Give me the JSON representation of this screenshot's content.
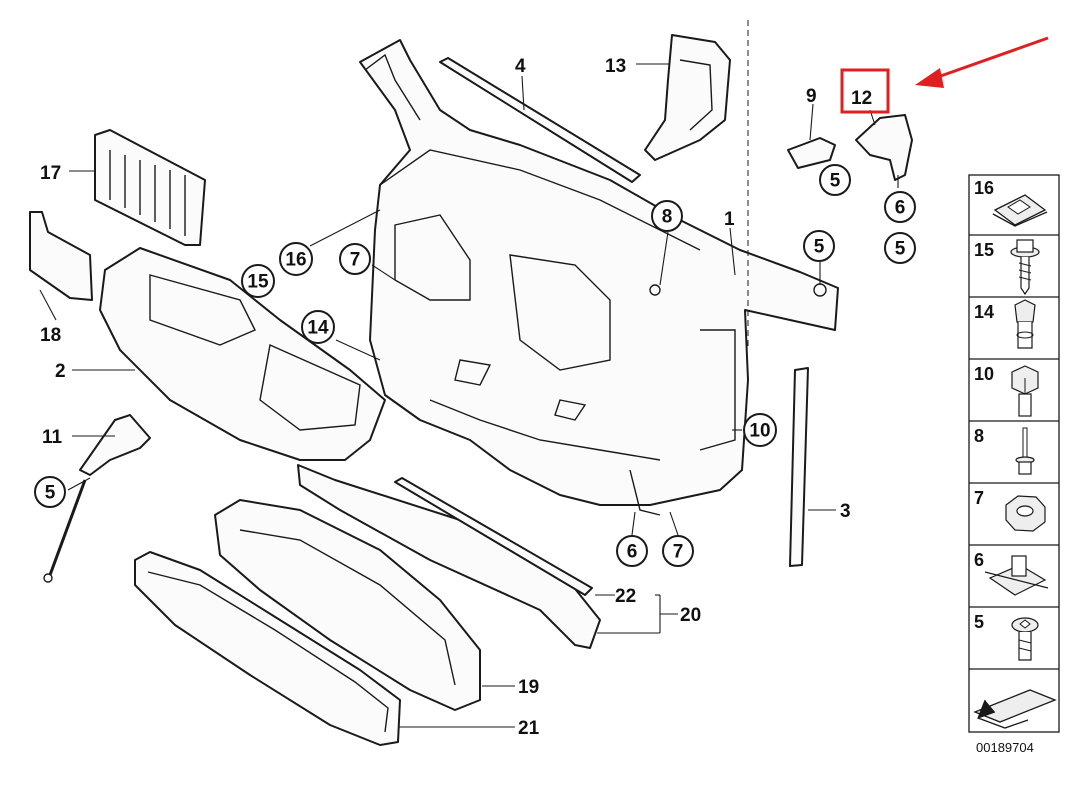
{
  "labels": {
    "n4": "4",
    "n13": "13",
    "n9": "9",
    "n12": "12",
    "n17": "17",
    "n18": "18",
    "n1": "1",
    "n2": "2",
    "n11": "11",
    "n3": "3",
    "n22": "22",
    "n20": "20",
    "n19": "19",
    "n21": "21"
  },
  "callouts": {
    "c5_bracket9": "5",
    "c6_bracket12": "6",
    "c5_bracket12": "5",
    "c8": "8",
    "c5_right": "5",
    "c16": "16",
    "c7_left": "7",
    "c15": "15",
    "c14": "14",
    "c10": "10",
    "c6_bottom": "6",
    "c7_bottom": "7",
    "c5_left": "5"
  },
  "legend": {
    "items": [
      "16",
      "15",
      "14",
      "10",
      "8",
      "7",
      "6",
      "5"
    ],
    "code": "00189704"
  },
  "colors": {
    "highlight": "#e02020",
    "line": "#1a1a1a"
  }
}
